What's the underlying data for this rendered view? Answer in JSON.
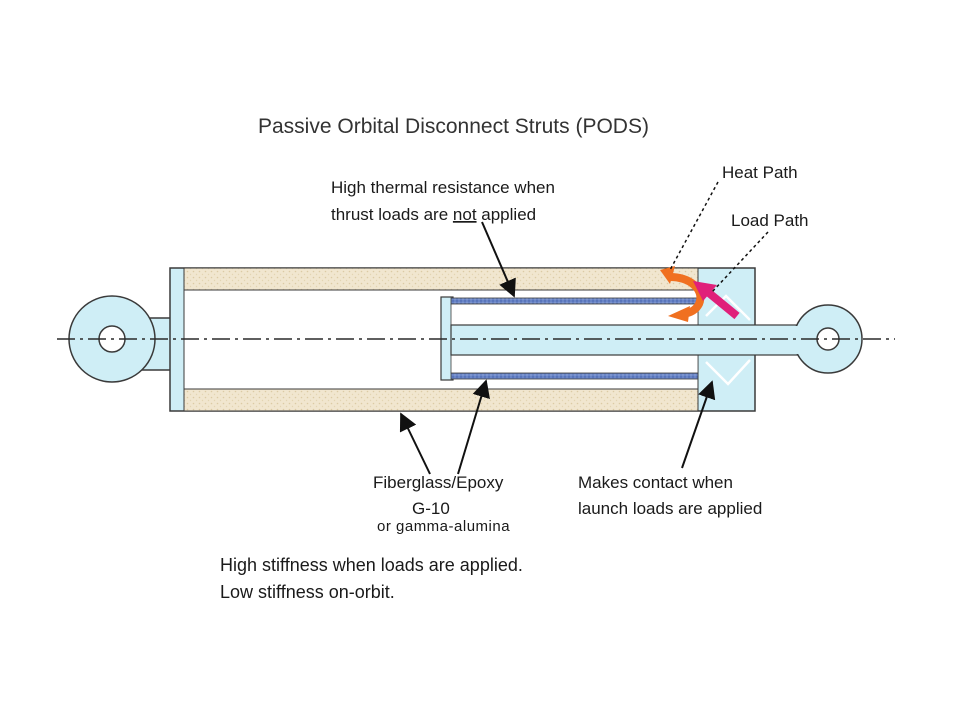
{
  "title": "Passive Orbital Disconnect Struts (PODS)",
  "labels": {
    "thermal_line1": "High thermal resistance when",
    "thermal_line2_pre": "thrust loads are ",
    "thermal_line2_underlined": "not",
    "thermal_line2_post": " applied",
    "heat_path": "Heat Path",
    "load_path": "Load Path",
    "fiberglass_line1": "Fiberglass/Epoxy",
    "fiberglass_line2": "G-10",
    "gamma_alumina": "or gamma-alumina",
    "contact_line1": "Makes contact when",
    "contact_line2": "launch loads are applied",
    "stiffness_line1": "High stiffness when loads are applied.",
    "stiffness_line2": "Low stiffness on-orbit."
  },
  "colors": {
    "strut_fill": "#cfeef6",
    "outline": "#3a3a3a",
    "fiberglass": "#f1e6cf",
    "inner_tube": "#5a78c0",
    "heat_arrow": "#f07020",
    "load_arrow": "#e0207a"
  }
}
